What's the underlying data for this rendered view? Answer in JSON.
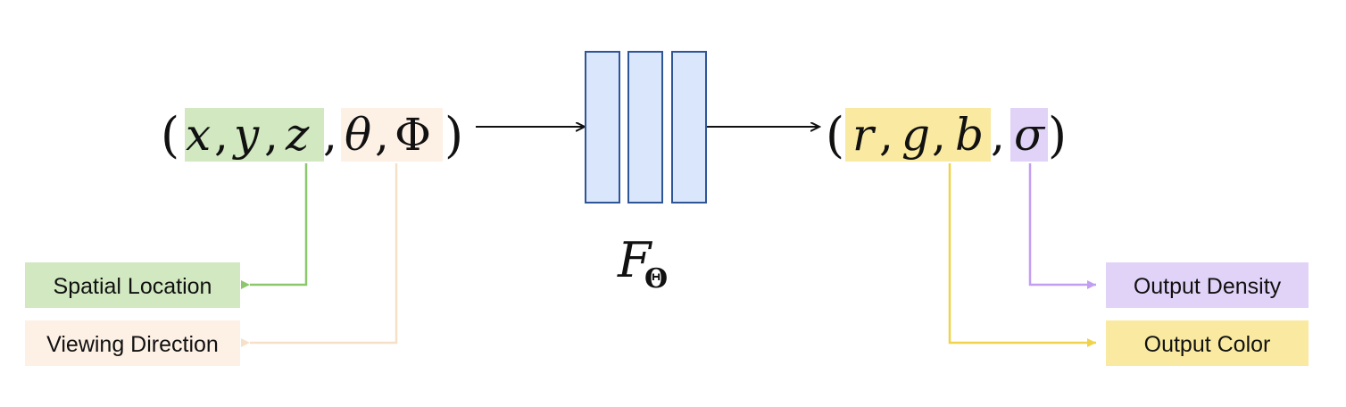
{
  "colors": {
    "spatial": "#d1e8c0",
    "spatial_line": "#8cc86b",
    "viewing": "#fdf0e5",
    "viewing_line": "#f6e1c8",
    "color_fill": "#faeaa1",
    "color_line": "#f0d34a",
    "density_fill": "#e1d3f8",
    "density_line": "#c29ef2",
    "network_fill": "#d9e6fc",
    "network_stroke": "#2e5596",
    "text": "#111111"
  },
  "input": {
    "open_paren": "(",
    "x": "x",
    "y": "y",
    "z": "z",
    "theta": "θ",
    "phi": "Φ",
    "comma": ",",
    "close_paren": ")"
  },
  "network": {
    "function": "F",
    "subscript": "Θ",
    "layers": 3
  },
  "output": {
    "open_paren": "(",
    "r": "r",
    "g": "g",
    "b": "b",
    "sigma": "σ",
    "comma": ",",
    "close_paren": ")"
  },
  "labels": {
    "spatial_location": "Spatial Location",
    "viewing_direction": "Viewing Direction",
    "output_density": "Output Density",
    "output_color": "Output Color"
  }
}
